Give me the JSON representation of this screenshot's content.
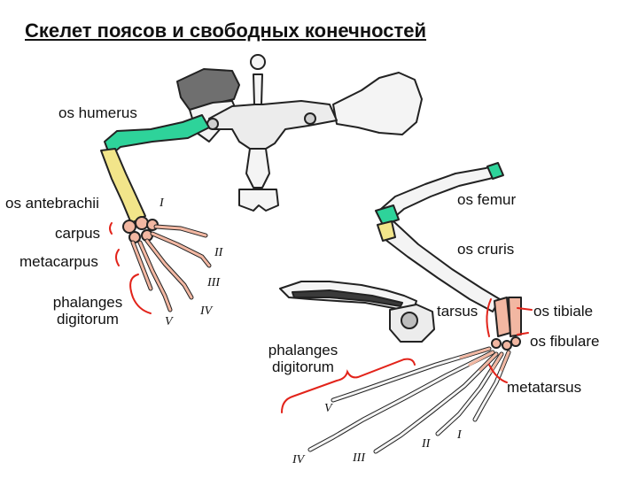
{
  "title": "Скелет поясов и свободных конечностей",
  "colors": {
    "accent_green": "#2ed39a",
    "bone_yellow": "#f2e58a",
    "bone_pink": "#f2b7a2",
    "bracket_red": "#e2231a",
    "bone_outline": "#222222",
    "bone_white": "#f4f4f4"
  },
  "labels": {
    "os_humerus": "os humerus",
    "os_antebrachii": "os antebrachii",
    "carpus": "carpus",
    "metacarpus": "metacarpus",
    "phalanges_line1": "phalanges",
    "phalanges_line2": "digitorum",
    "os_femur": "os femur",
    "os_cruris": "os cruris",
    "tarsus": "tarsus",
    "os_tibiale": "os tibiale",
    "os_fibulare": "os fibulare",
    "phalanges2_line1": "phalanges",
    "phalanges2_line2": "digitorum",
    "metatarsus": "metatarsus"
  },
  "numerals": {
    "fore_I": "I",
    "fore_II": "II",
    "fore_III": "III",
    "fore_IV": "IV",
    "fore_V": "V",
    "hind_I": "I",
    "hind_II": "II",
    "hind_III": "III",
    "hind_IV": "IV",
    "hind_V": "V"
  }
}
